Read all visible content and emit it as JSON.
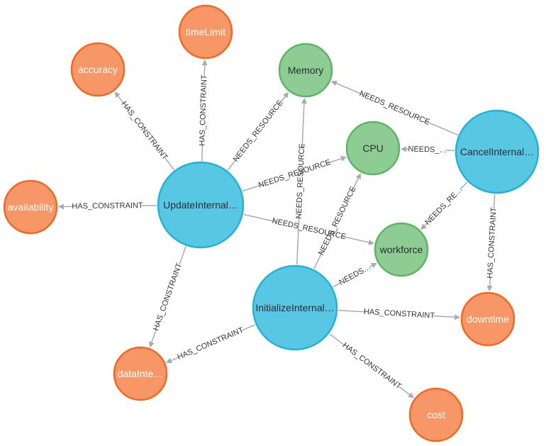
{
  "colors": {
    "process_fill": "#57c7e3",
    "process_stroke": "#23b3d7",
    "resource_fill": "#8dcc93",
    "resource_stroke": "#5db665",
    "constraint_fill": "#f79767",
    "constraint_stroke": "#f36924",
    "edge": "#a5abb6",
    "node_text_dark": "#2a2c34",
    "node_text_light": "#ffffff"
  },
  "nodes": [
    {
      "id": "update",
      "label": "UpdateInternal…",
      "group": "process"
    },
    {
      "id": "cancel",
      "label": "CancelInternal…",
      "group": "process"
    },
    {
      "id": "initialize",
      "label": "InitializeInternal…",
      "group": "process"
    },
    {
      "id": "memory",
      "label": "Memory",
      "group": "resource"
    },
    {
      "id": "cpu",
      "label": "CPU",
      "group": "resource"
    },
    {
      "id": "workforce",
      "label": "workforce",
      "group": "resource"
    },
    {
      "id": "accuracy",
      "label": "accuracy",
      "group": "constraint"
    },
    {
      "id": "timeLimit",
      "label": "timeLimit",
      "group": "constraint"
    },
    {
      "id": "availability",
      "label": "availability",
      "group": "constraint"
    },
    {
      "id": "dataInte",
      "label": "dataInte…",
      "group": "constraint"
    },
    {
      "id": "downtime",
      "label": "downtime",
      "group": "constraint"
    },
    {
      "id": "cost",
      "label": "cost",
      "group": "constraint"
    }
  ],
  "edges": [
    {
      "id": "e1",
      "source": "update",
      "target": "accuracy",
      "label": "HAS_CONSTRAINT"
    },
    {
      "id": "e2",
      "source": "update",
      "target": "timeLimit",
      "label": "HAS_CONSTRAINT"
    },
    {
      "id": "e3",
      "source": "update",
      "target": "memory",
      "label": "NEEDS_RESOURCE"
    },
    {
      "id": "e4",
      "source": "update",
      "target": "availability",
      "label": "HAS_CONSTRAINT"
    },
    {
      "id": "e5",
      "source": "update",
      "target": "cpu",
      "label": "NEEDS_RESOURCE"
    },
    {
      "id": "e6",
      "source": "update",
      "target": "workforce",
      "label": "NEEDS_RESOURCE"
    },
    {
      "id": "e7",
      "source": "update",
      "target": "dataInte",
      "label": "HAS_CONSTRAINT"
    },
    {
      "id": "e8",
      "source": "cancel",
      "target": "memory",
      "label": "NEEDS_RESOURCE"
    },
    {
      "id": "e9",
      "source": "cancel",
      "target": "cpu",
      "label": "NEEDS_…"
    },
    {
      "id": "e10",
      "source": "cancel",
      "target": "workforce",
      "label": "NEEDS_RE…"
    },
    {
      "id": "e11",
      "source": "cancel",
      "target": "downtime",
      "label": "HAS_CONSTRAINT"
    },
    {
      "id": "e12",
      "source": "initialize",
      "target": "memory",
      "label": "NEEDS_RESOURCE"
    },
    {
      "id": "e13",
      "source": "initialize",
      "target": "cpu",
      "label": "NEEDS_RESOURCE"
    },
    {
      "id": "e14",
      "source": "initialize",
      "target": "workforce",
      "label": "NEEDS…"
    },
    {
      "id": "e15",
      "source": "initialize",
      "target": "downtime",
      "label": "HAS_CONSTRAINT"
    },
    {
      "id": "e16",
      "source": "initialize",
      "target": "dataInte",
      "label": "HAS_CONSTRAINT"
    },
    {
      "id": "e17",
      "source": "initialize",
      "target": "cost",
      "label": "HAS_CONSTRAINT"
    }
  ]
}
